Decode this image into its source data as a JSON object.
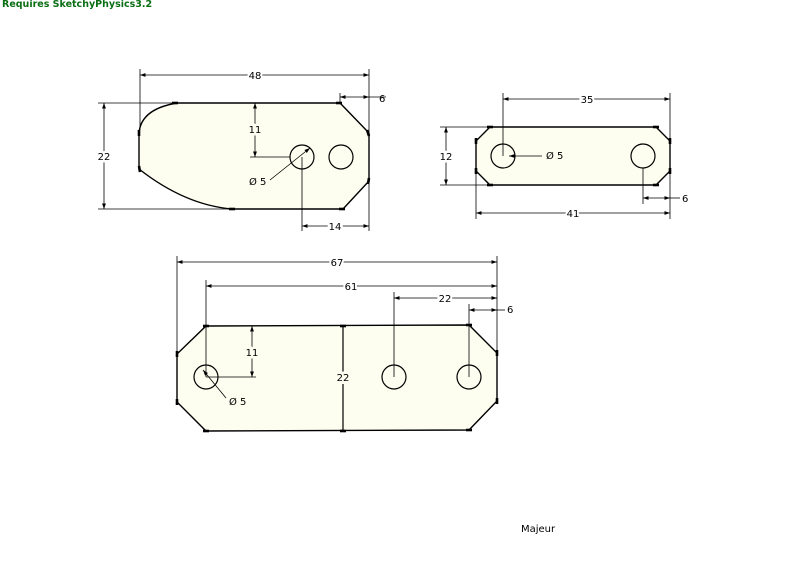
{
  "banner": "Requires SketchyPhysics3.2",
  "caption": "Majeur",
  "part1": {
    "width": "48",
    "height": "22",
    "chamfer": "6",
    "hole_height": "11",
    "hole_dia": "Ø 5",
    "hole_offset": "14"
  },
  "part2": {
    "center_dist": "35",
    "height": "12",
    "hole_dia": "Ø 5",
    "length": "41",
    "chamfer": "6"
  },
  "part3": {
    "width": "67",
    "hole_span": "61",
    "hole_spacing": "22",
    "chamfer": "6",
    "hole_height": "11",
    "height": "22",
    "hole_dia": "Ø 5"
  }
}
